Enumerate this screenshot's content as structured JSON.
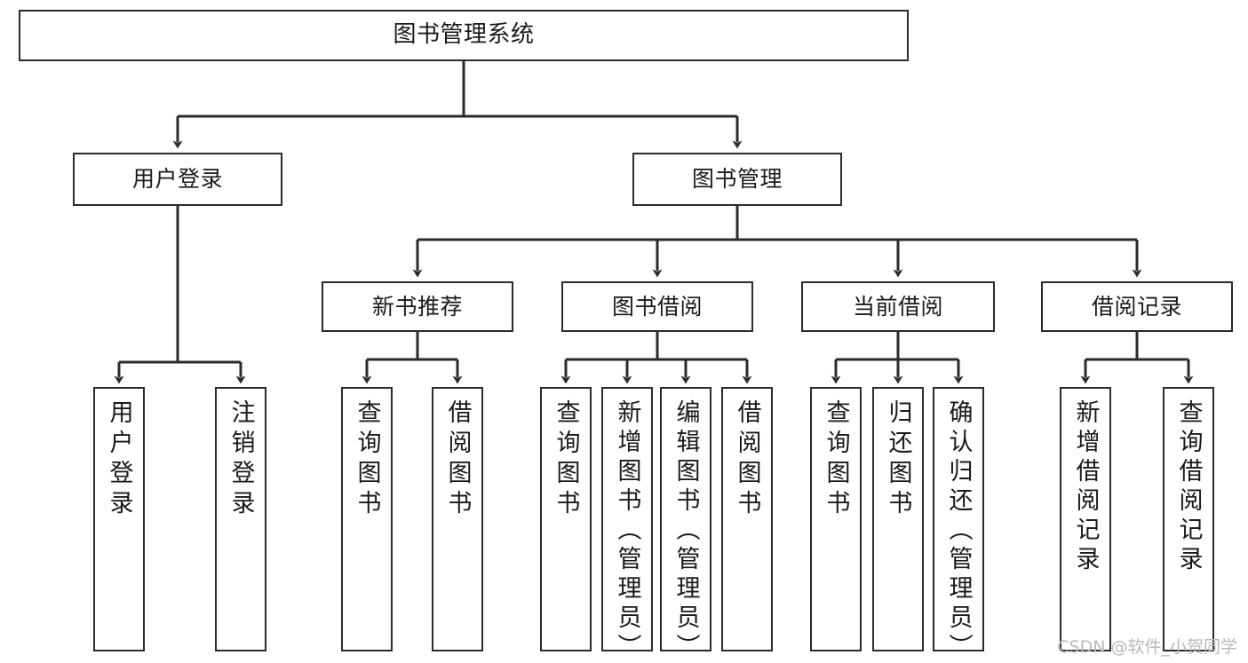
{
  "diagram": {
    "type": "tree",
    "title": "图书管理系统",
    "style": {
      "box_stroke": "#2b2b2b",
      "box_fill": "#ffffff",
      "link_stroke": "#2b2b2b",
      "text_color": "#1a1a1a",
      "background": "#ffffff"
    },
    "root": {
      "label": "图书管理系统"
    },
    "level2": [
      {
        "label": "用户登录"
      },
      {
        "label": "图书管理"
      }
    ],
    "level3": [
      {
        "label": "新书推荐"
      },
      {
        "label": "图书借阅"
      },
      {
        "label": "当前借阅"
      },
      {
        "label": "借阅记录"
      }
    ],
    "leaves": {
      "user_login": [
        {
          "label": "用户登录"
        },
        {
          "label": "注销登录"
        }
      ],
      "new_book_recommend": [
        {
          "label": "查询图书"
        },
        {
          "label": "借阅图书"
        }
      ],
      "book_borrow": [
        {
          "label": "查询图书"
        },
        {
          "label": "新增图书（管理员）"
        },
        {
          "label": "编辑图书（管理员）"
        },
        {
          "label": "借阅图书"
        }
      ],
      "current_borrow": [
        {
          "label": "查询图书"
        },
        {
          "label": "归还图书"
        },
        {
          "label": "确认归还（管理员）"
        }
      ],
      "borrow_record": [
        {
          "label": "新增借阅记录"
        },
        {
          "label": "查询借阅记录"
        }
      ]
    }
  },
  "watermark": {
    "text": "CSDN @软件_小贺同学"
  }
}
